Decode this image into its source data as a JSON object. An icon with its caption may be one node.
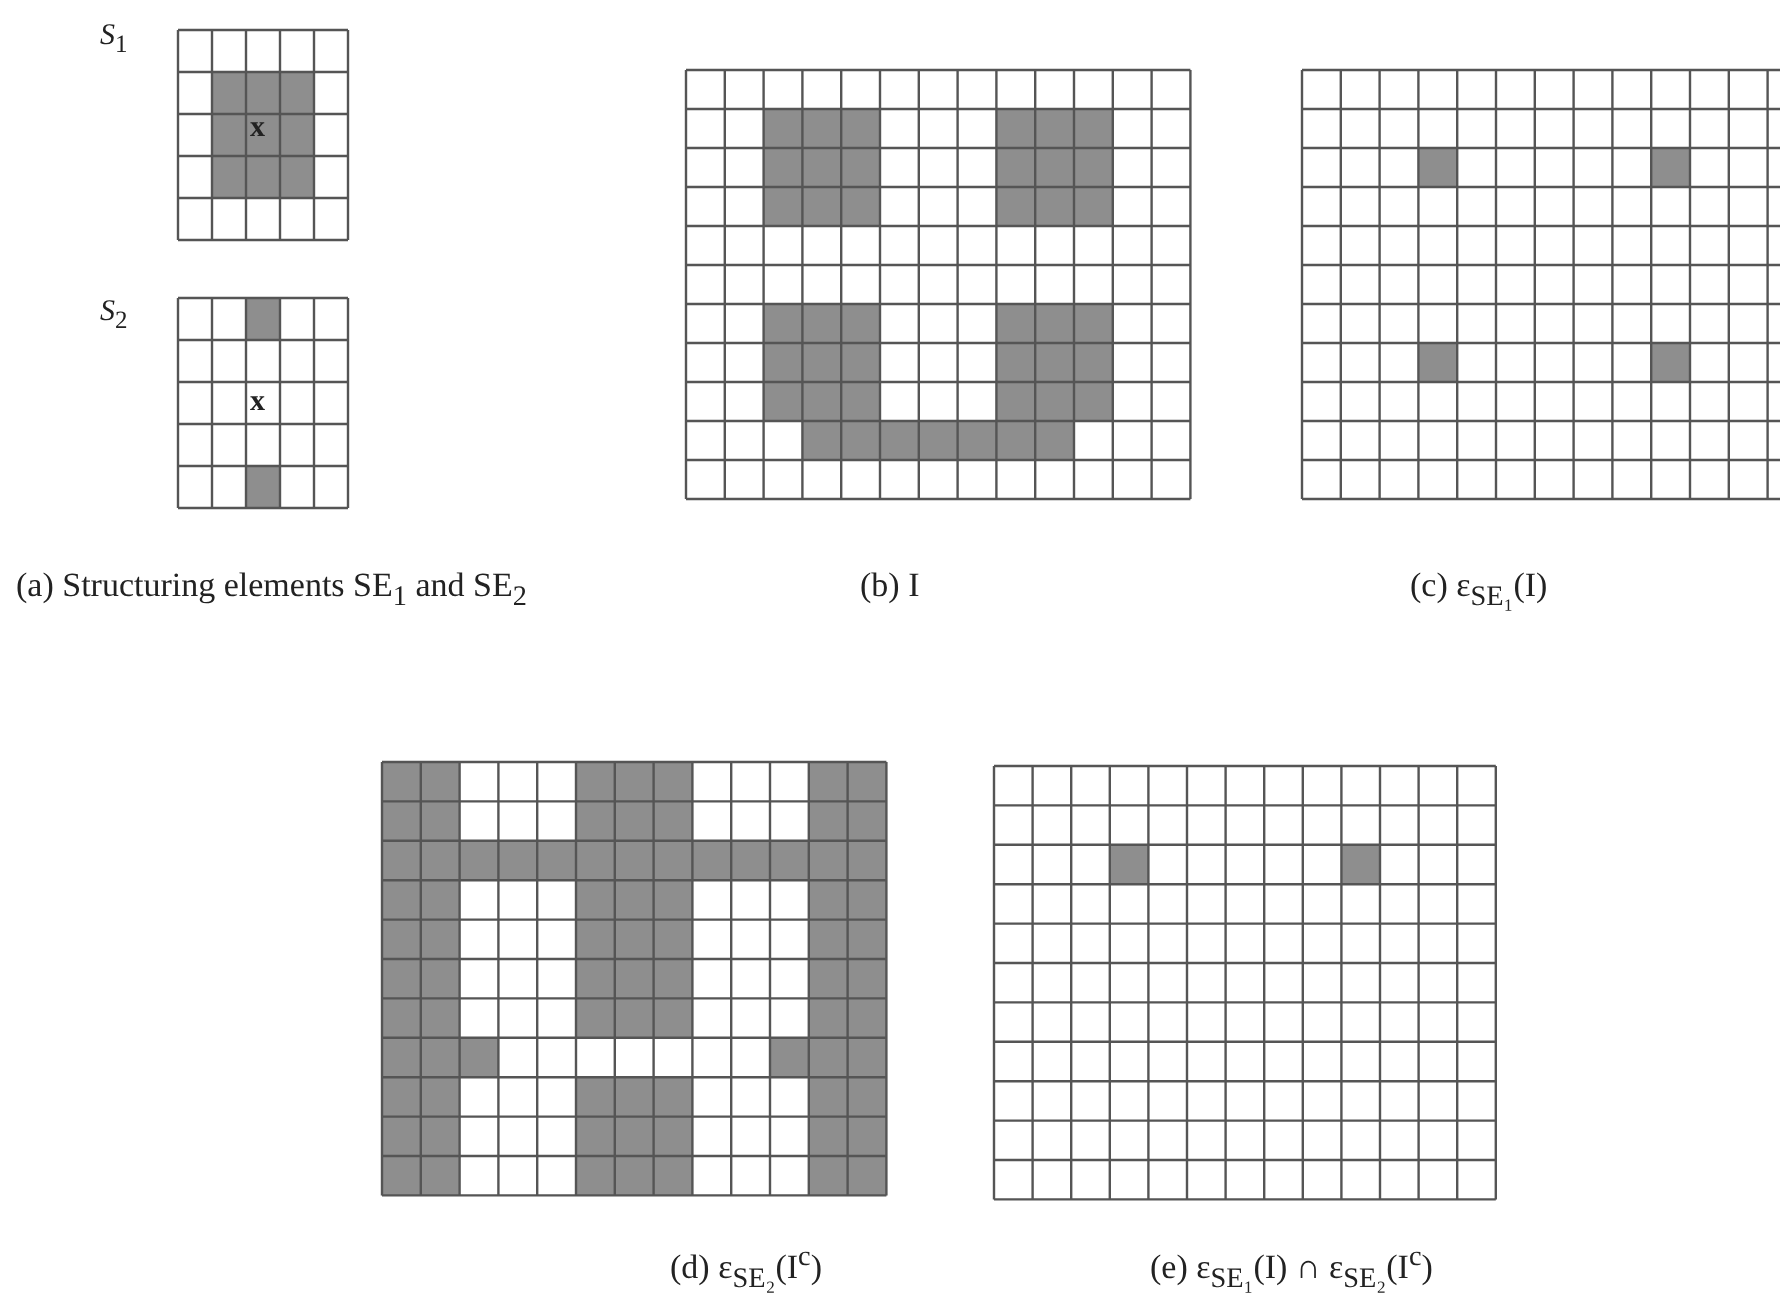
{
  "diagram": {
    "labels": [
      "*S*$_{1}$",
      "x",
      "*S*$_{2}$",
      "x",
      "(a) Structuring elements SE$_{1}$ and SE$_{2}$",
      "(b) I",
      "(c) ε$_{SE₁}$(I)",
      "(d) ε$_{SE₂}$(I$^{c}$)",
      "(e) ε$_{SE₁}$(I) ∩ ε$_{SE₂}$(I$^{c}$)"
    ]
  }
}
